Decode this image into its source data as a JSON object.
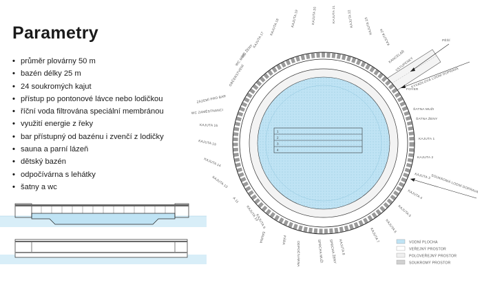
{
  "title": "Parametry",
  "bullets": [
    "průměr plovárny 50 m",
    "bazén délky 25 m",
    "24 soukromých kajut",
    "přístup po pontonové lávce nebo lodičkou",
    "říční voda filtrována speciální membránou",
    "využití energie z řeky",
    "bar přístupný od bazénu i zvenčí z lodičky",
    "sauna a parní lázeň",
    "dětský bazén",
    "odpočívárna s lehátky",
    "šatny a wc"
  ],
  "plan": {
    "lane_numbers": [
      "1",
      "2",
      "3",
      "4"
    ],
    "arrow_labels": {
      "pesi": "PĚŠÍ",
      "kyvadlova": "KYVADLOVÁ LODNÍ DOPRAVA",
      "soukroma": "SOUKROMÁ LODNÍ DOPRAVA"
    },
    "room_labels": [
      "KAJUTA 18",
      "KAJUTA 19",
      "KAJUTA 20",
      "KAJUTA 21",
      "KAJUTA 22",
      "KAJUTA 23",
      "KAJUTA 24",
      "KANCELÁŘ",
      "VSTUPENKY",
      "FOYER",
      "ŠATNA MUŽI",
      "ŠATNA ŽENY",
      "KAJUTA 1",
      "KAJUTA 2",
      "KAJUTA 3",
      "KAJUTA 4",
      "KAJUTA 5",
      "KAJUTA 6",
      "KAJUTA 7",
      "KAJUTA 8",
      "SPRCHA ŽENY",
      "SPRCHA MUŽI",
      "ODPOČÍVÁRNA",
      "PÁRA",
      "SAUNA",
      "KAJUTA 9",
      "KAJUTA 10",
      "A 11",
      "KAJUTA 13",
      "KAJUTA 14",
      "KAJUTA 15",
      "KAJUTA 16",
      "WC ZAMĚSTNANCI",
      "ZÁZEMÍ PRO BAR",
      "OBČERSTVENÍ",
      "WC MUŽI",
      "WC ŽENY",
      "KAJUTA 17"
    ]
  },
  "legend": [
    {
      "label": "VODNÍ PLOCHA",
      "color": "#bfe3f4"
    },
    {
      "label": "VEŘEJNÝ PROSTOR",
      "color": "#ffffff"
    },
    {
      "label": "POLOVEŘEJNÝ PROSTOR",
      "color": "#efefef"
    },
    {
      "label": "SOUKROMÝ PROSTOR",
      "color": "#d0d0d0"
    }
  ],
  "colors": {
    "water": "#bfe3f4",
    "ring_private": "#c8c8c8",
    "ring_outline": "#2a2a2a"
  }
}
